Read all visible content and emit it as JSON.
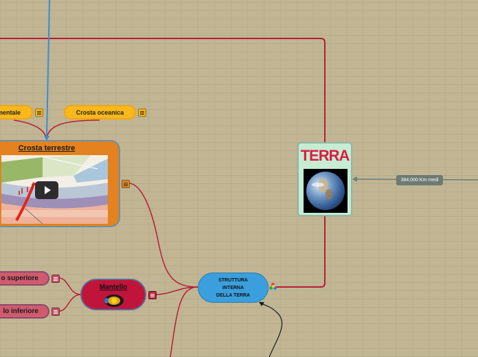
{
  "nodes": {
    "continental_crust": {
      "label": "mentale"
    },
    "oceanic_crust": {
      "label": "Crosta oceanica"
    },
    "earth_crust": {
      "title": "Crosta terrestre",
      "media": "video-thumbnail",
      "play_icon": "play-icon"
    },
    "earth": {
      "title": "TERRA",
      "image": "earth-globe-image"
    },
    "distance_label": {
      "text": "384.000 Km medi"
    },
    "internal_structure": {
      "label": "STRUTTURA\nINTERNA\nDELLA TERRA",
      "badge": "multicolor-icon"
    },
    "mantle": {
      "title": "Mantello",
      "image": "earth-layers-icon"
    },
    "upper_mantle": {
      "label": "o superiore"
    },
    "lower_mantle": {
      "label": "lo inferiore"
    }
  },
  "colors": {
    "background": "#c1b594",
    "earth_link": "#b71c33",
    "crust_link": "#3a8cd6",
    "crust_card": "#e3821f",
    "earth_card": "#c6ecd3",
    "structure_node": "#3a9fdc",
    "mantle_node": "#c0143a",
    "sub_node": "#d05b6e",
    "yellow_node": "#fbb81a"
  }
}
